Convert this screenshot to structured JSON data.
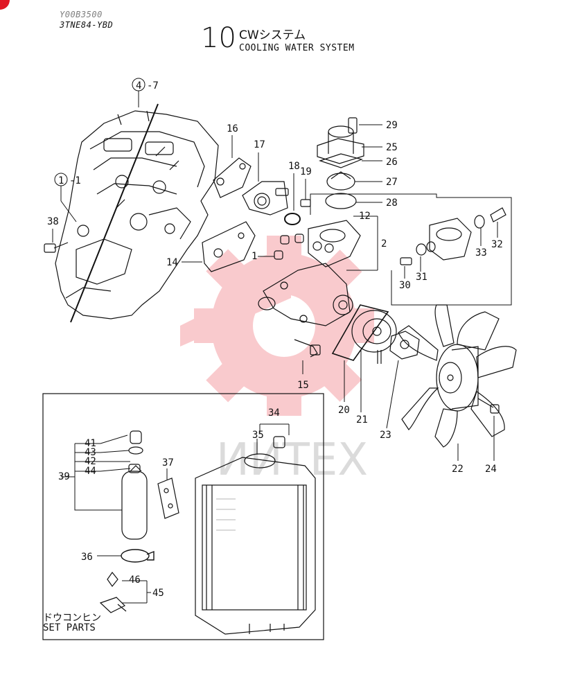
{
  "header": {
    "model_line1": "Y00B3500",
    "model_line2": "3TNE84-YBD",
    "section_number": "10",
    "title_jp": "CWシステム",
    "title_en": "COOLING WATER SYSTEM"
  },
  "inset": {
    "caption_jp": "ドウコンヒン",
    "caption_en": "SET PARTS"
  },
  "watermark": {
    "text": "ИИТЕХ",
    "color": "#e8323c"
  },
  "part_labels": [
    "4",
    "-7",
    "1",
    "-1",
    "38",
    "16",
    "17",
    "18",
    "19",
    "29",
    "25",
    "26",
    "27",
    "28",
    "12",
    "2",
    "1",
    "14",
    "30",
    "31",
    "33",
    "32",
    "15",
    "20",
    "21",
    "23",
    "22",
    "24",
    "34",
    "35",
    "41",
    "43",
    "42",
    "44",
    "39",
    "37",
    "36",
    "46",
    "45"
  ]
}
